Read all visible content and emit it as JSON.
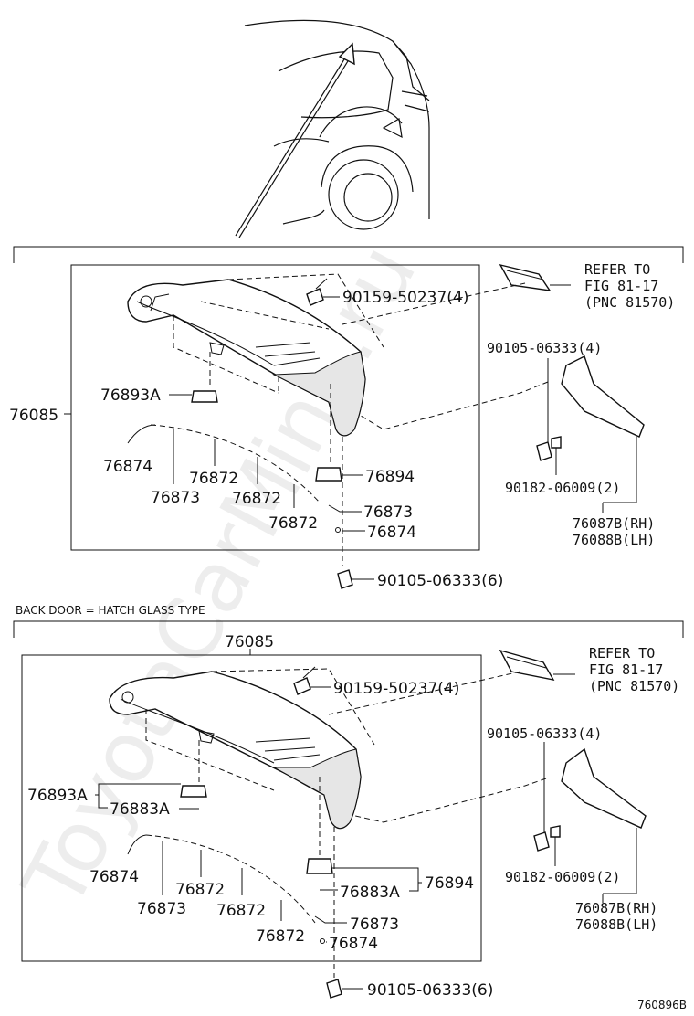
{
  "watermark": "ToyotaCarMine.ru",
  "diagram_id": "760896B",
  "upper": {
    "assembly": "76085",
    "bolt_top": "90159-50237(4)",
    "refer1": "REFER TO",
    "refer2": "FIG 81-17",
    "refer3": "(PNC 81570)",
    "screw_bracket": "90105-06333(4)",
    "nut": "90182-06009(2)",
    "bracket_rh": "76087B(RH)",
    "bracket_lh": "76088B(LH)",
    "clip_a": "76893A",
    "clip_b": "76894",
    "strip_1": "76874",
    "strip_2": "76873",
    "strip_3": "76872",
    "strip_4": "76872",
    "strip_5": "76872",
    "strip_6": "76873",
    "strip_7": "76874",
    "screw_bottom": "90105-06333(6)"
  },
  "lower": {
    "section_title": "BACK DOOR = HATCH GLASS TYPE",
    "assembly": "76085",
    "bolt_top": "90159-50237(4)",
    "refer1": "REFER TO",
    "refer2": "FIG 81-17",
    "refer3": "(PNC 81570)",
    "screw_bracket": "90105-06333(4)",
    "nut": "90182-06009(2)",
    "bracket_rh": "76087B(RH)",
    "bracket_lh": "76088B(LH)",
    "clip_a": "76893A",
    "clip_a2": "76883A",
    "clip_b": "76894",
    "clip_b2": "76883A",
    "strip_1": "76874",
    "strip_2": "76873",
    "strip_3": "76872",
    "strip_4": "76872",
    "strip_5": "76872",
    "strip_6": "76873",
    "strip_7": "76874",
    "screw_bottom": "90105-06333(6)"
  }
}
